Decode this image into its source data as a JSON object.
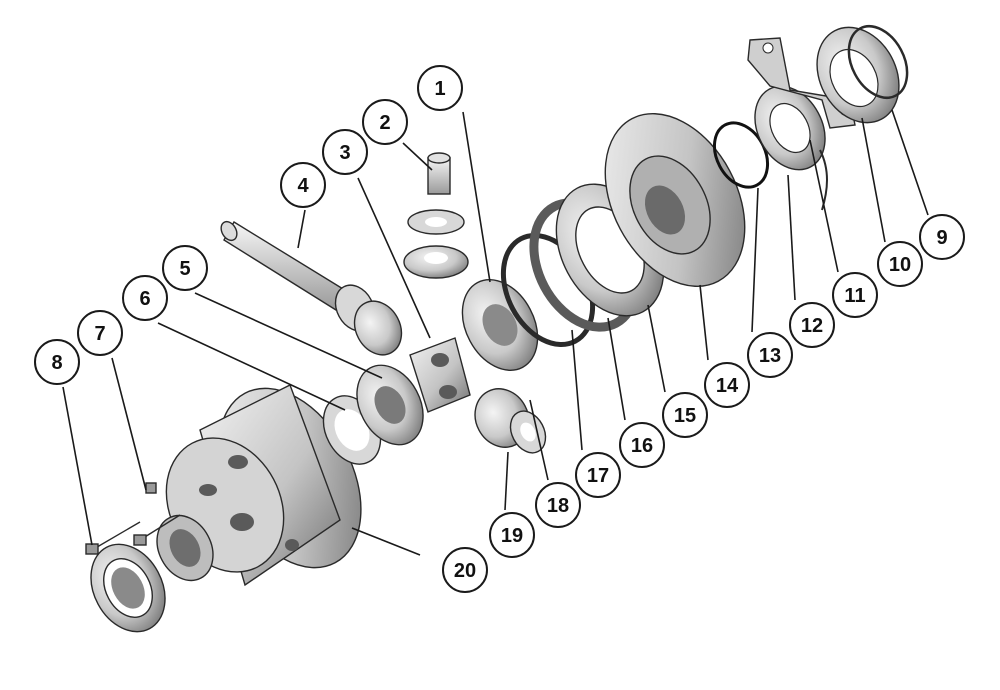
{
  "diagram": {
    "type": "exploded-parts-view",
    "part_callouts": [
      "1",
      "2",
      "3",
      "4",
      "5",
      "6",
      "7",
      "8",
      "9",
      "10",
      "11",
      "12",
      "13",
      "14",
      "15",
      "16",
      "17",
      "18",
      "19",
      "20"
    ],
    "colors": {
      "metal_light": "#e6e6e6",
      "metal_mid": "#bdbdbd",
      "metal_dark": "#6e6e6e",
      "outline": "#2a2a2a"
    }
  }
}
